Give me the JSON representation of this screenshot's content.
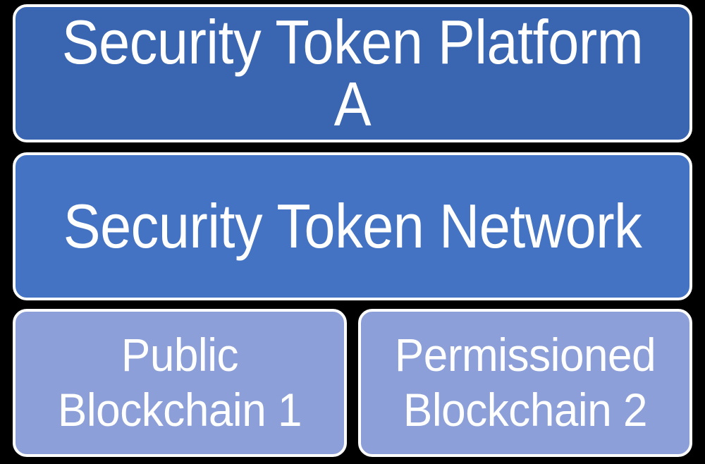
{
  "diagram": {
    "type": "layered-architecture",
    "background_color": "#000000",
    "outline_color": "#FFFFFF",
    "text_color": "#FFFFFF",
    "layers": [
      {
        "id": "platform",
        "label": "Security Token Platform A",
        "fill_color": "#3A65B0",
        "level": 1
      },
      {
        "id": "network",
        "label": "Security Token Network",
        "fill_color": "#4573C4",
        "level": 2
      },
      {
        "id": "chain-public",
        "label": "Public\nBlockchain 1",
        "fill_color": "#8C9FD8",
        "level": 3
      },
      {
        "id": "chain-permissioned",
        "label": "Permissioned\nBlockchain 2",
        "fill_color": "#8C9FD8",
        "level": 3
      }
    ]
  }
}
